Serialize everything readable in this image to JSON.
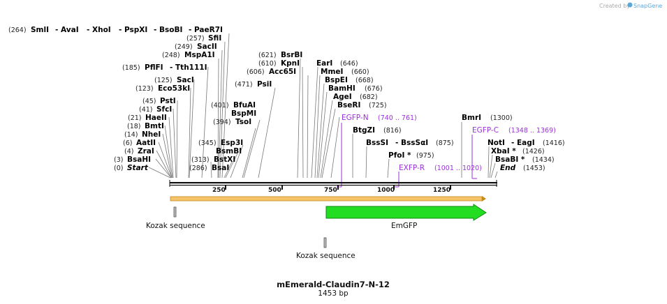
{
  "credit": {
    "text": "Created by",
    "brand": "SnapGene"
  },
  "title": "mEmerald-Claudin7-N-12",
  "length": "1453 bp",
  "scale_ticks": [
    "250",
    "500",
    "750",
    "1000",
    "1250"
  ],
  "sites": {
    "top_row": {
      "pos": "(264)",
      "names": [
        "SmlI",
        "- AvaI",
        "- XhoI",
        "- PspXI",
        "- BsoBI",
        "- PaeR7I"
      ]
    },
    "sfiI": {
      "pos": "(257)",
      "name": "SfiI"
    },
    "sacII": {
      "pos": "(249)",
      "name": "SacII"
    },
    "mspA1I": {
      "pos": "(248)",
      "name": "MspA1I"
    },
    "pflFI": {
      "pos": "(185)",
      "name": "PflFI",
      "alias": "- Tth111I"
    },
    "sacI": {
      "pos": "(125)",
      "name": "SacI"
    },
    "eco53kI": {
      "pos": "(123)",
      "name": "Eco53kI"
    },
    "pstI": {
      "pos": "(45)",
      "name": "PstI"
    },
    "sfcI": {
      "pos": "(41)",
      "name": "SfcI"
    },
    "haeII": {
      "pos": "(21)",
      "name": "HaeII"
    },
    "bmtI": {
      "pos": "(18)",
      "name": "BmtI"
    },
    "nheI": {
      "pos": "(14)",
      "name": "NheI"
    },
    "aatII": {
      "pos": "(6)",
      "name": "AatII"
    },
    "zraI": {
      "pos": "(4)",
      "name": "ZraI"
    },
    "bsaHI": {
      "pos": "(3)",
      "name": "BsaHI"
    },
    "start": {
      "pos": "(0)",
      "name": "Start"
    },
    "bfuAI": {
      "pos": "(401)",
      "name": "BfuAI"
    },
    "bspMI": {
      "name": "BspMI"
    },
    "tsoI": {
      "pos": "(394)",
      "name": "TsoI"
    },
    "esp3I": {
      "pos": "(345)",
      "name": "Esp3I"
    },
    "bsmBI": {
      "name": "BsmBI"
    },
    "bstXI": {
      "pos": "(313)",
      "name": "BstXI"
    },
    "bsaI": {
      "pos": "(286)",
      "name": "BsaI"
    },
    "psiI": {
      "pos": "(471)",
      "name": "PsiI"
    },
    "bsrBI": {
      "pos": "(621)",
      "name": "BsrBI"
    },
    "kpnI": {
      "pos": "(610)",
      "name": "KpnI"
    },
    "acc65I": {
      "pos": "(606)",
      "name": "Acc65I"
    },
    "earI": {
      "pos": "(646)",
      "name": "EarI"
    },
    "mmeI": {
      "pos": "(660)",
      "name": "MmeI"
    },
    "bspEI": {
      "pos": "(668)",
      "name": "BspEI"
    },
    "bamHI": {
      "pos": "(676)",
      "name": "BamHI"
    },
    "ageI": {
      "pos": "(682)",
      "name": "AgeI"
    },
    "bseRI": {
      "pos": "(725)",
      "name": "BseRI"
    },
    "btgZI": {
      "pos": "(816)",
      "name": "BtgZI"
    },
    "bssSI": {
      "pos": "(875)",
      "name": "BssSI",
      "alias": "- BssSαI"
    },
    "pfoI": {
      "pos": "(975)",
      "name": "PfoI *"
    },
    "bmrI": {
      "pos": "(1300)",
      "name": "BmrI"
    },
    "notI": {
      "pos": "(1416)",
      "name": "NotI",
      "alias": "- EagI"
    },
    "xbaI": {
      "pos": "(1426)",
      "name": "XbaI *"
    },
    "bsaBI": {
      "pos": "(1434)",
      "name": "BsaBI *"
    },
    "end": {
      "pos": "(1453)",
      "name": "End"
    }
  },
  "primers": {
    "egfp_n": {
      "name": "EGFP-N",
      "range": "(740 .. 761)"
    },
    "egfp_c": {
      "name": "EGFP-C",
      "range": "(1348 .. 1369)"
    },
    "exfp_r": {
      "name": "EXFP-R",
      "range": "(1001 .. 1020)"
    }
  },
  "features": {
    "kozak_1": "Kozak sequence",
    "kozak_2": "Kozak sequence",
    "emgfp": "EmGFP"
  },
  "colors": {
    "primer": "#9b30d9",
    "orf": "#f5a623",
    "emgfp": "#22dd22",
    "credit_logo": "#5aa7d8"
  }
}
